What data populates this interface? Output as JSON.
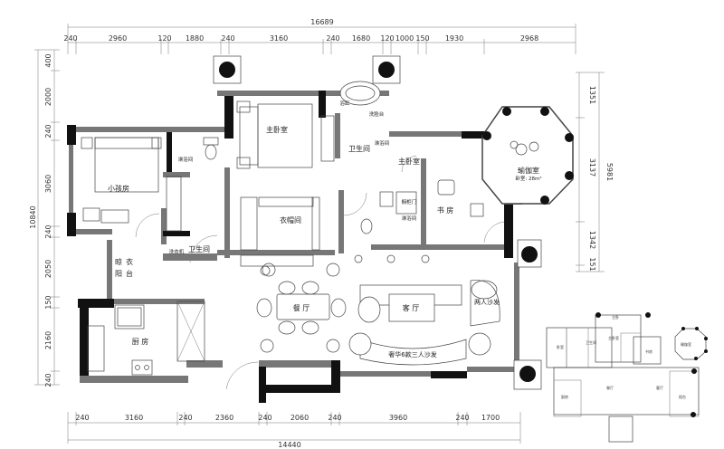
{
  "dimensions": {
    "top_total": "16689",
    "top": [
      "240",
      "2960",
      "120",
      "1880",
      "240",
      "3160",
      "240",
      "1680",
      "120",
      "1000",
      "150",
      "1930",
      "2968"
    ],
    "bottom": [
      "240",
      "3160",
      "240",
      "2360",
      "240",
      "2060",
      "240",
      "3960",
      "240",
      "1700"
    ],
    "bottom_total": "14440",
    "left": [
      "400",
      "2000",
      "240",
      "3060",
      "240",
      "2050",
      "150",
      "2160",
      "240"
    ],
    "left_total": "10840",
    "right": [
      "1351",
      "3137",
      "1342",
      "151"
    ],
    "right_total": "5981"
  },
  "rooms": {
    "master_bedroom": "主卧室",
    "master_bedroom_2": "主卧室",
    "child_room": "小孩房",
    "bathroom": "卫生间",
    "bathroom_2": "卫生间",
    "yoga_room": "瑜伽室",
    "study": "书 房",
    "cloakroom": "衣帽间",
    "drying_balcony_1": "晾",
    "drying_balcony_2": "衣",
    "drying_balcony_3": "阳",
    "drying_balcony_4": "台",
    "dining": "餐 厅",
    "living": "客 厅",
    "kitchen": "厨 房",
    "loveseat": "两人沙发",
    "three_seat_sofa": "奢华6款三人沙发"
  },
  "notes": {
    "yoga_area": "卧室: 28m²",
    "shower": "淋浴间",
    "wash": "洗衣机",
    "cabinet": "橱柜门",
    "shower2": "淋浴间",
    "shower3": "淋浴间",
    "bath": "浴缸",
    "basin": "洗脸台"
  },
  "minimap": {
    "labels": [
      "卧室",
      "卫生间",
      "主卧室",
      "书房",
      "瑜伽室",
      "客厅",
      "餐厅",
      "厨房",
      "阳台",
      "主卧"
    ]
  }
}
